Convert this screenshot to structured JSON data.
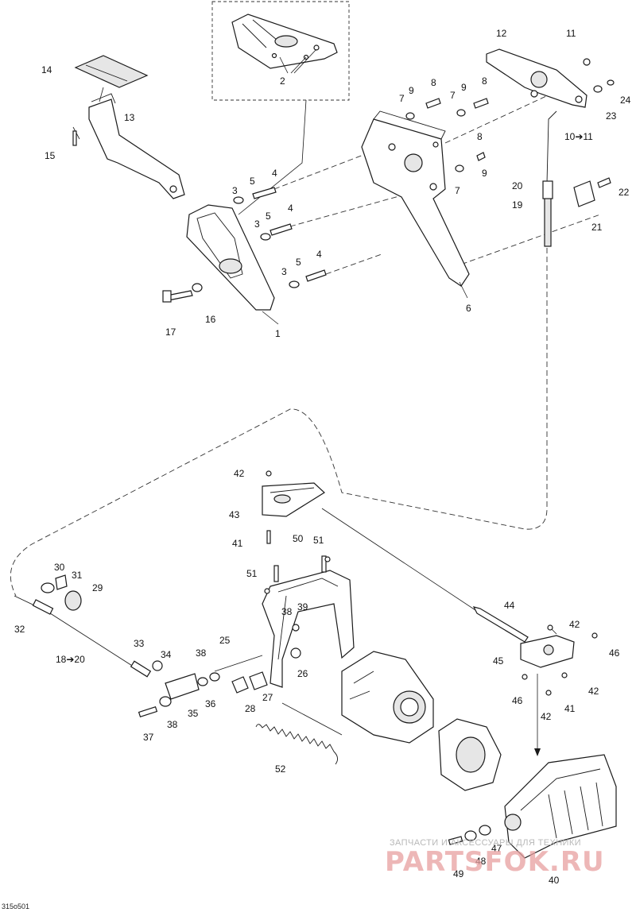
{
  "drawing_id": "315o501",
  "watermark": {
    "line1": "ЗАПЧАСТИ И АКСЕССУАРЫ ДЛЯ ТЕХНИКИ",
    "line2": "PARTSFOK.RU"
  },
  "callouts": {
    "c1": "1",
    "c2": "2",
    "c3a": "3",
    "c3b": "3",
    "c3c": "3",
    "c4a": "4",
    "c4b": "4",
    "c4c": "4",
    "c5a": "5",
    "c5b": "5",
    "c5c": "5",
    "c6": "6",
    "c7a": "7",
    "c7b": "7",
    "c7c": "7",
    "c8a": "8",
    "c8b": "8",
    "c8c": "8",
    "c9a": "9",
    "c9b": "9",
    "c9c": "9",
    "c10": "10➔11",
    "c11": "11",
    "c12": "12",
    "c13": "13",
    "c14": "14",
    "c15": "15",
    "c16": "16",
    "c17": "17",
    "c18": "18➔20",
    "c19": "19",
    "c20": "20",
    "c21": "21",
    "c22": "22",
    "c23": "23",
    "c24": "24",
    "c25": "25",
    "c26": "26",
    "c27": "27",
    "c28": "28",
    "c29": "29",
    "c30": "30",
    "c31": "31",
    "c32": "32",
    "c33": "33",
    "c34": "34",
    "c35": "35",
    "c36": "36",
    "c37": "37",
    "c38a": "38",
    "c38b": "38",
    "c38c": "38",
    "c39": "39",
    "c40": "40",
    "c41a": "41",
    "c41b": "41",
    "c42a": "42",
    "c42b": "42",
    "c42c": "42",
    "c42d": "42",
    "c43": "43",
    "c44": "44",
    "c45": "45",
    "c46a": "46",
    "c46b": "46",
    "c47": "47",
    "c48": "48",
    "c49": "49",
    "c50": "50",
    "c51a": "51",
    "c51b": "51",
    "c52": "52"
  }
}
